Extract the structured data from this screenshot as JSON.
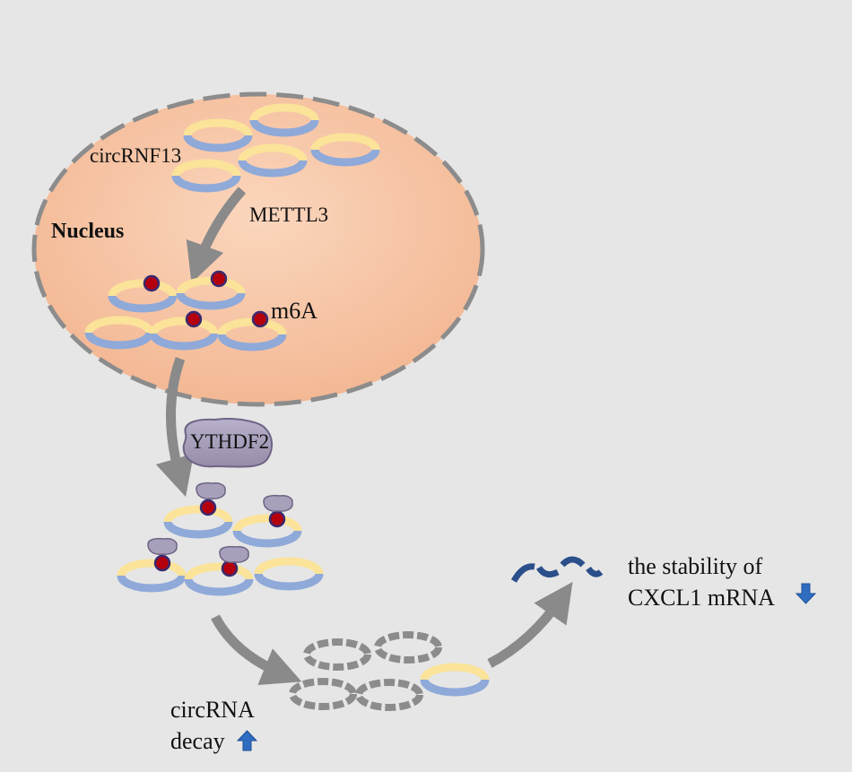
{
  "labels": {
    "circrnf13": "circRNF13",
    "nucleus": "Nucleus",
    "mettl3": "METTL3",
    "m6a": "m6A",
    "ythdf2": "YTHDF2",
    "stability_line1": "the stability of",
    "stability_line2": "CXCL1 mRNA",
    "decay_line1": "circRNA",
    "decay_line2": "decay"
  },
  "colors": {
    "background": "#e6e6e6",
    "nucleus_fill": "#f6c4a3",
    "nucleus_border": "#8c8c8c",
    "ring_yellow": "#fbe39a",
    "ring_blue": "#8fa9d9",
    "m6a_dot": "#b3000c",
    "ythdf2_fill": "#a89fbb",
    "arrow": "#8a8a8a",
    "degraded_ring": "#8c8c8c",
    "mrna_fragment": "#2a4f8a",
    "indicator_arrow": "#2f6dc1"
  },
  "icons": {
    "stability_indicator": "down-arrow-icon",
    "decay_indicator": "up-arrow-icon"
  }
}
